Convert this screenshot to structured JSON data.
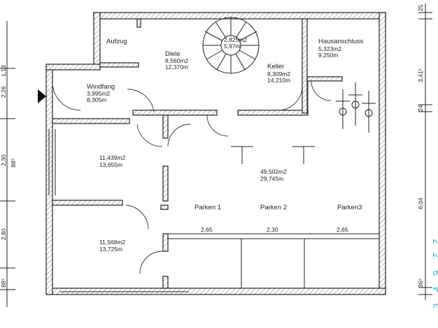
{
  "rooms": {
    "aufzug": "Aufzug",
    "diele": {
      "name": "Diele",
      "area": "8,560m2",
      "perimeter": "12,370m"
    },
    "treppe": {
      "area": "2,825m2",
      "perimeter": "5,97m"
    },
    "keller": {
      "name": "Keller",
      "area": "8,309m2",
      "perimeter": "14,210m"
    },
    "hausanschluss": {
      "name": "Hausanschluss",
      "area": "5,323m2",
      "perimeter": "9,250m"
    },
    "windfang": {
      "name": "Windfang",
      "area": "3,995m2",
      "perimeter": "8,305m"
    },
    "room1": {
      "area": "11,439m2",
      "perimeter": "13,655m"
    },
    "room2": {
      "area": "11,568m2",
      "perimeter": "13,725m"
    },
    "garage": {
      "area": "49,502m2",
      "perimeter": "29,745m"
    }
  },
  "parking": {
    "p1": "Parken 1",
    "p2": "Parken 2",
    "p3": "Parken3",
    "w1": "2,65",
    "w2": "2,30",
    "w3": "2,65"
  },
  "dims_left": {
    "d1": "2,26",
    "d2": "1,13",
    "d3": "2,30",
    "d4": "88⁵",
    "d5": "2,80",
    "d6": "88⁵"
  },
  "dims_right": {
    "r1": "25",
    "r2": "3,41⁵",
    "r3": "24",
    "r4": "6,04",
    "r5": "36⁵"
  },
  "margin_marks": [
    "Z",
    "Z",
    "9",
    "4",
    "3"
  ],
  "colors": {
    "line": "#222222",
    "margin_text": "#2bb3c9"
  }
}
